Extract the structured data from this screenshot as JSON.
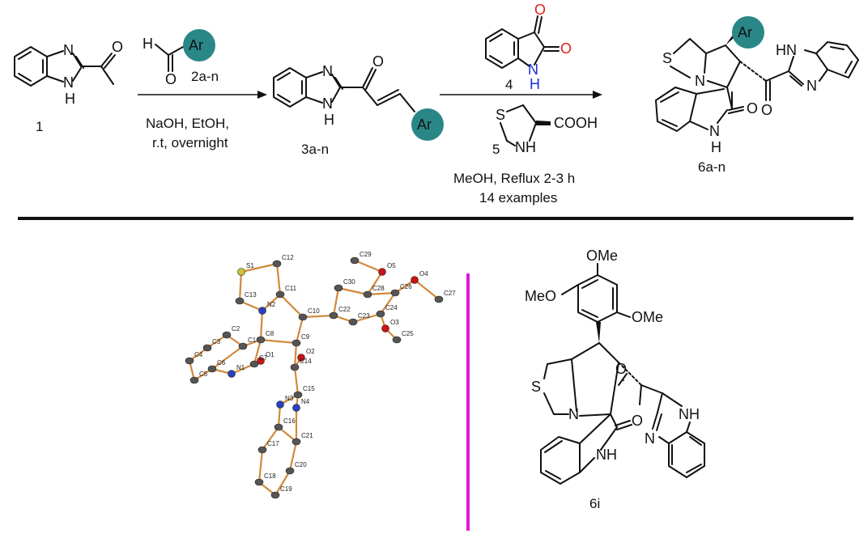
{
  "colors": {
    "ar_circle": "#2a8787",
    "oxygen_red": "#e0201b",
    "nitrogen_blue": "#1a2fd6",
    "divider_magenta": "#e21ad8",
    "divider_black": "#111111",
    "ortep_bond": "#d18a3c",
    "ortep_carbon": "#555555",
    "ortep_oxygen": "#c81414",
    "ortep_nitrogen": "#2a3fbf",
    "ortep_sulfur": "#c9c33a"
  },
  "scheme": {
    "compound_1": {
      "label": "1",
      "atoms": {
        "N": "N",
        "NH": "N",
        "H": "H",
        "O": "O"
      }
    },
    "reagent_2": {
      "label": "2a-n",
      "H": "H",
      "O": "O",
      "Ar": "Ar"
    },
    "step1_conditions": {
      "line1": "NaOH, EtOH,",
      "line2": "r.t, overnight"
    },
    "compound_3": {
      "label": "3a-n",
      "N": "N",
      "NH": "N",
      "H": "H",
      "O": "O",
      "Ar": "Ar"
    },
    "reagent_4": {
      "label": "4",
      "O1": "O",
      "O2": "O",
      "N": "N",
      "H": "H"
    },
    "reagent_5": {
      "label": "5",
      "S": "S",
      "NH": "NH",
      "COOH": "COOH"
    },
    "step2_conditions": {
      "line1": "MeOH, Reflux 2-3  h",
      "line2": "14 examples"
    },
    "product_6": {
      "label": "6a-n",
      "S": "S",
      "N": "N",
      "Ar": "Ar",
      "HN": "HN",
      "N2": "N",
      "O1": "O",
      "O2": "O",
      "NH": "N",
      "H": "H"
    }
  },
  "crystal": {
    "atom_labels": [
      "S1",
      "C12",
      "C11",
      "C13",
      "N2",
      "C10",
      "C22",
      "C30",
      "C29",
      "O5",
      "C28",
      "C26",
      "O4",
      "C27",
      "C24",
      "O3",
      "C23",
      "C25",
      "C8",
      "C9",
      "C2",
      "C1",
      "C3",
      "O1",
      "O2",
      "C14",
      "C7",
      "C4",
      "C6",
      "N1",
      "C5",
      "C15",
      "N3",
      "N4",
      "C16",
      "C21",
      "C17",
      "C20",
      "C18",
      "C19"
    ]
  },
  "product_6i": {
    "label": "6i",
    "MeO": "MeO",
    "OMe1": "OMe",
    "OMe2": "OMe",
    "S": "S",
    "N": "N",
    "O1": "O",
    "O2": "O",
    "NH1": "NH",
    "NH2": "NH",
    "N3": "N"
  }
}
